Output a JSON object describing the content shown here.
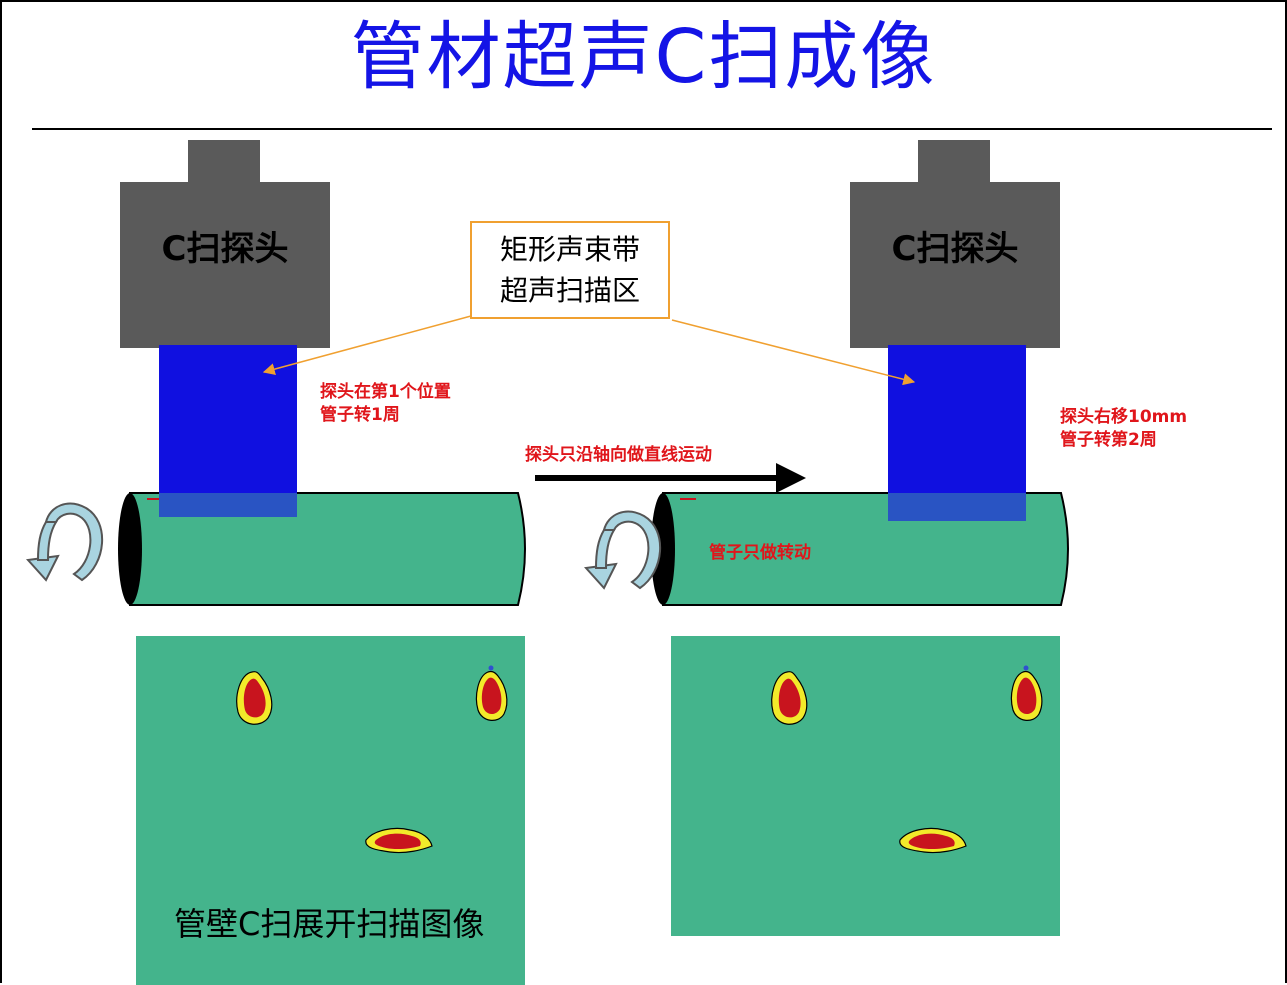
{
  "title": "管材超声C扫成像",
  "probe": {
    "left_label": "C扫探头",
    "right_label": "C扫探头"
  },
  "callout": {
    "line1": "矩形声束带",
    "line2": "超声扫描区"
  },
  "annotations": {
    "left_position_line1": "探头在第1个位置",
    "left_position_line2": "管子转1周",
    "axial_motion": "探头只沿轴向做直线运动",
    "right_position_line1": "探头右移10mm",
    "right_position_line2": "管子转第2周",
    "pipe_rotation": "管子只做转动"
  },
  "scan_image_caption": "管壁C扫展开扫描图像",
  "colors": {
    "title": "#1414e6",
    "probe_body": "#5a5a5a",
    "beam": "#1010e0",
    "pipe": "#44b48c",
    "defect_outer": "#f2ea2a",
    "defect_inner": "#c8141e",
    "annotation_red": "#e0161b",
    "arrow_orange": "#f0a030",
    "rotation_arrow": "#a9d4e0"
  },
  "icons": [
    "rotation-arrow-icon",
    "motion-arrow-icon"
  ]
}
